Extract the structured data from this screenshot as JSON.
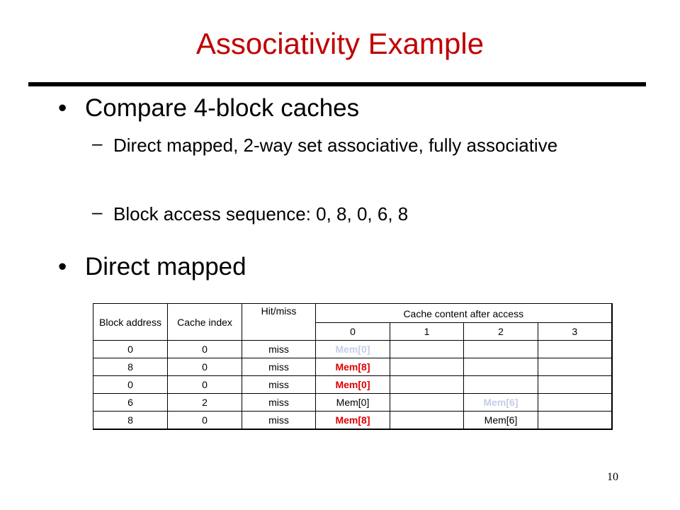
{
  "title": "Associativity Example",
  "bullets": [
    {
      "text": "Compare 4-block caches"
    },
    {
      "text": "Direct mapped"
    }
  ],
  "subbullets": [
    {
      "dash": "–",
      "text": "Direct mapped, 2-way set associative, fully associative"
    },
    {
      "dash": "–",
      "text": "Block access sequence: 0, 8, 0, 6, 8"
    }
  ],
  "bullet_glyph": "•",
  "table": {
    "headers": {
      "block_address": "Block address",
      "cache_index": "Cache index",
      "hit_miss": "Hit/miss",
      "cache_content": "Cache content after access",
      "slots": [
        "0",
        "1",
        "2",
        "3"
      ]
    },
    "rows": [
      {
        "block": "0",
        "index": "0",
        "result": "miss",
        "slots": [
          "Mem[0]",
          "",
          "",
          ""
        ],
        "slot_styles": [
          "pale",
          "",
          "",
          ""
        ]
      },
      {
        "block": "8",
        "index": "0",
        "result": "miss",
        "slots": [
          "Mem[8]",
          "",
          "",
          ""
        ],
        "slot_styles": [
          "red",
          "",
          "",
          ""
        ]
      },
      {
        "block": "0",
        "index": "0",
        "result": "miss",
        "slots": [
          "Mem[0]",
          "",
          "",
          ""
        ],
        "slot_styles": [
          "red",
          "",
          "",
          ""
        ]
      },
      {
        "block": "6",
        "index": "2",
        "result": "miss",
        "slots": [
          "Mem[0]",
          "",
          "Mem[6]",
          ""
        ],
        "slot_styles": [
          "",
          "",
          "pale",
          ""
        ]
      },
      {
        "block": "8",
        "index": "0",
        "result": "miss",
        "slots": [
          "Mem[8]",
          "",
          "Mem[6]",
          ""
        ],
        "slot_styles": [
          "red",
          "",
          "",
          ""
        ]
      }
    ]
  },
  "colors": {
    "title": "#c00000",
    "highlight_red": "#e00000",
    "highlight_pale": "#c8cce8"
  },
  "page_number": "10"
}
